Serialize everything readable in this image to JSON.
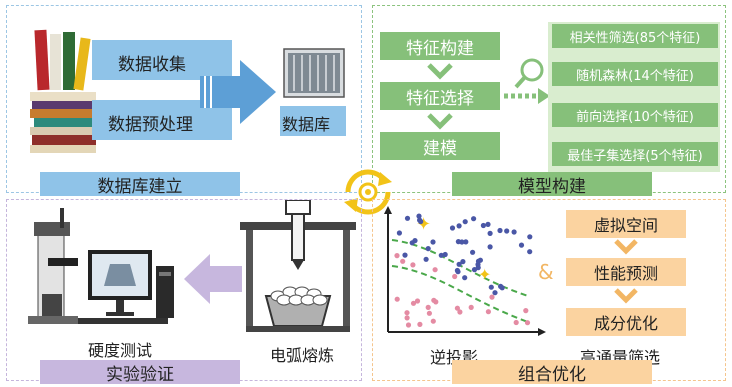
{
  "panels": {
    "database": {
      "steps": [
        "数据收集",
        "数据预处理"
      ],
      "target": "数据库",
      "title": "数据库建立"
    },
    "model": {
      "steps": [
        "特征构建",
        "特征选择",
        "建模"
      ],
      "features": [
        "相关性筛选(85个特征)",
        "随机森林(14个特征)",
        "前向选择(10个特征)",
        "最佳子集选择(5个特征)"
      ],
      "title": "模型构建"
    },
    "combo": {
      "scatter_label": "逆投影",
      "ampersand": "&",
      "steps": [
        "虚拟空间",
        "性能预测",
        "成分优化"
      ],
      "steps_caption": "高通量筛选",
      "title": "组合优化"
    },
    "experiment": {
      "hardness_label": "硬度测试",
      "arc_label": "电弧熔炼",
      "title": "实验验证"
    }
  },
  "colors": {
    "blue_panel": "#8fc3e8",
    "green": "#86c07a",
    "orange": "#fbd3a0",
    "orange_border": "#f2b664",
    "purple": "#c7b7de",
    "yellow": "#f2c318"
  },
  "icons": [
    "books-icon",
    "database-server-icon",
    "magnifier-icon",
    "cycle-gear-icon",
    "microscope-computer-icon",
    "arc-melting-furnace-icon",
    "scatter-plot-icon"
  ]
}
